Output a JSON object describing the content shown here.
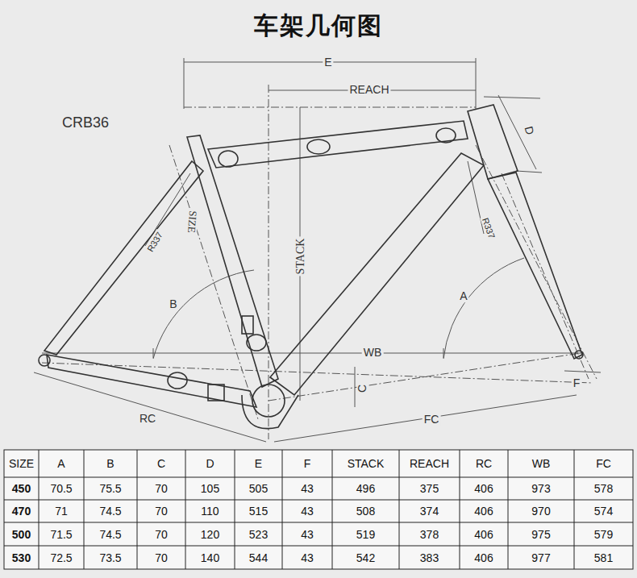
{
  "diagram": {
    "title": "车架几何图",
    "labels": [
      "CRB36",
      "E",
      "REACH",
      "D",
      "SIZE",
      "R337",
      "STACK",
      "B",
      "A",
      "R337",
      "WB",
      "C",
      "F",
      "RC",
      "FC",
      "SIZE",
      "A",
      "B",
      "C",
      "D",
      "E",
      "F",
      "STACK",
      "REACH",
      "RC",
      "WB",
      "FC",
      "450",
      "70.5",
      "75.5",
      "70",
      "105",
      "505",
      "43",
      "496",
      "375",
      "406",
      "973",
      "578",
      "470",
      "71",
      "74.5",
      "70",
      "110",
      "515",
      "43",
      "508",
      "374",
      "406",
      "970",
      "574",
      "500",
      "71.5",
      "74.5",
      "70",
      "120",
      "523",
      "43",
      "519",
      "378",
      "406",
      "975",
      "579",
      "530",
      "72.5",
      "73.5",
      "70",
      "140",
      "544",
      "43",
      "542",
      "383",
      "406",
      "977",
      "581"
    ]
  }
}
